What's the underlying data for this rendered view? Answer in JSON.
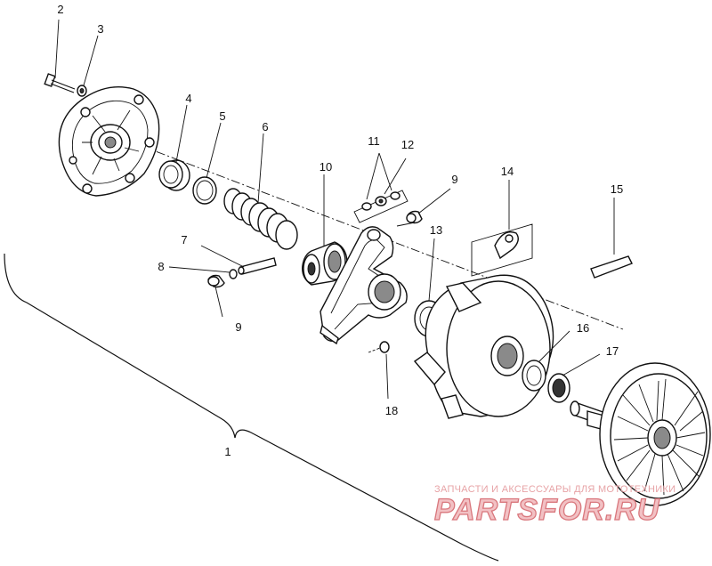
{
  "diagram": {
    "callouts": {
      "c1": "1",
      "c2": "2",
      "c3": "3",
      "c4": "4",
      "c5": "5",
      "c6": "6",
      "c7": "7",
      "c8": "8",
      "c9a": "9",
      "c9b": "9",
      "c10": "10",
      "c11": "11",
      "c12": "12",
      "c13": "13",
      "c14": "14",
      "c15": "15",
      "c16": "16",
      "c17": "17",
      "c18": "18"
    }
  },
  "watermark": {
    "tagline": "ЗАПЧАСТИ И АКСЕССУАРЫ ДЛЯ МОТОТЕХНИКИ",
    "brand": "PARTSFOR.RU"
  }
}
